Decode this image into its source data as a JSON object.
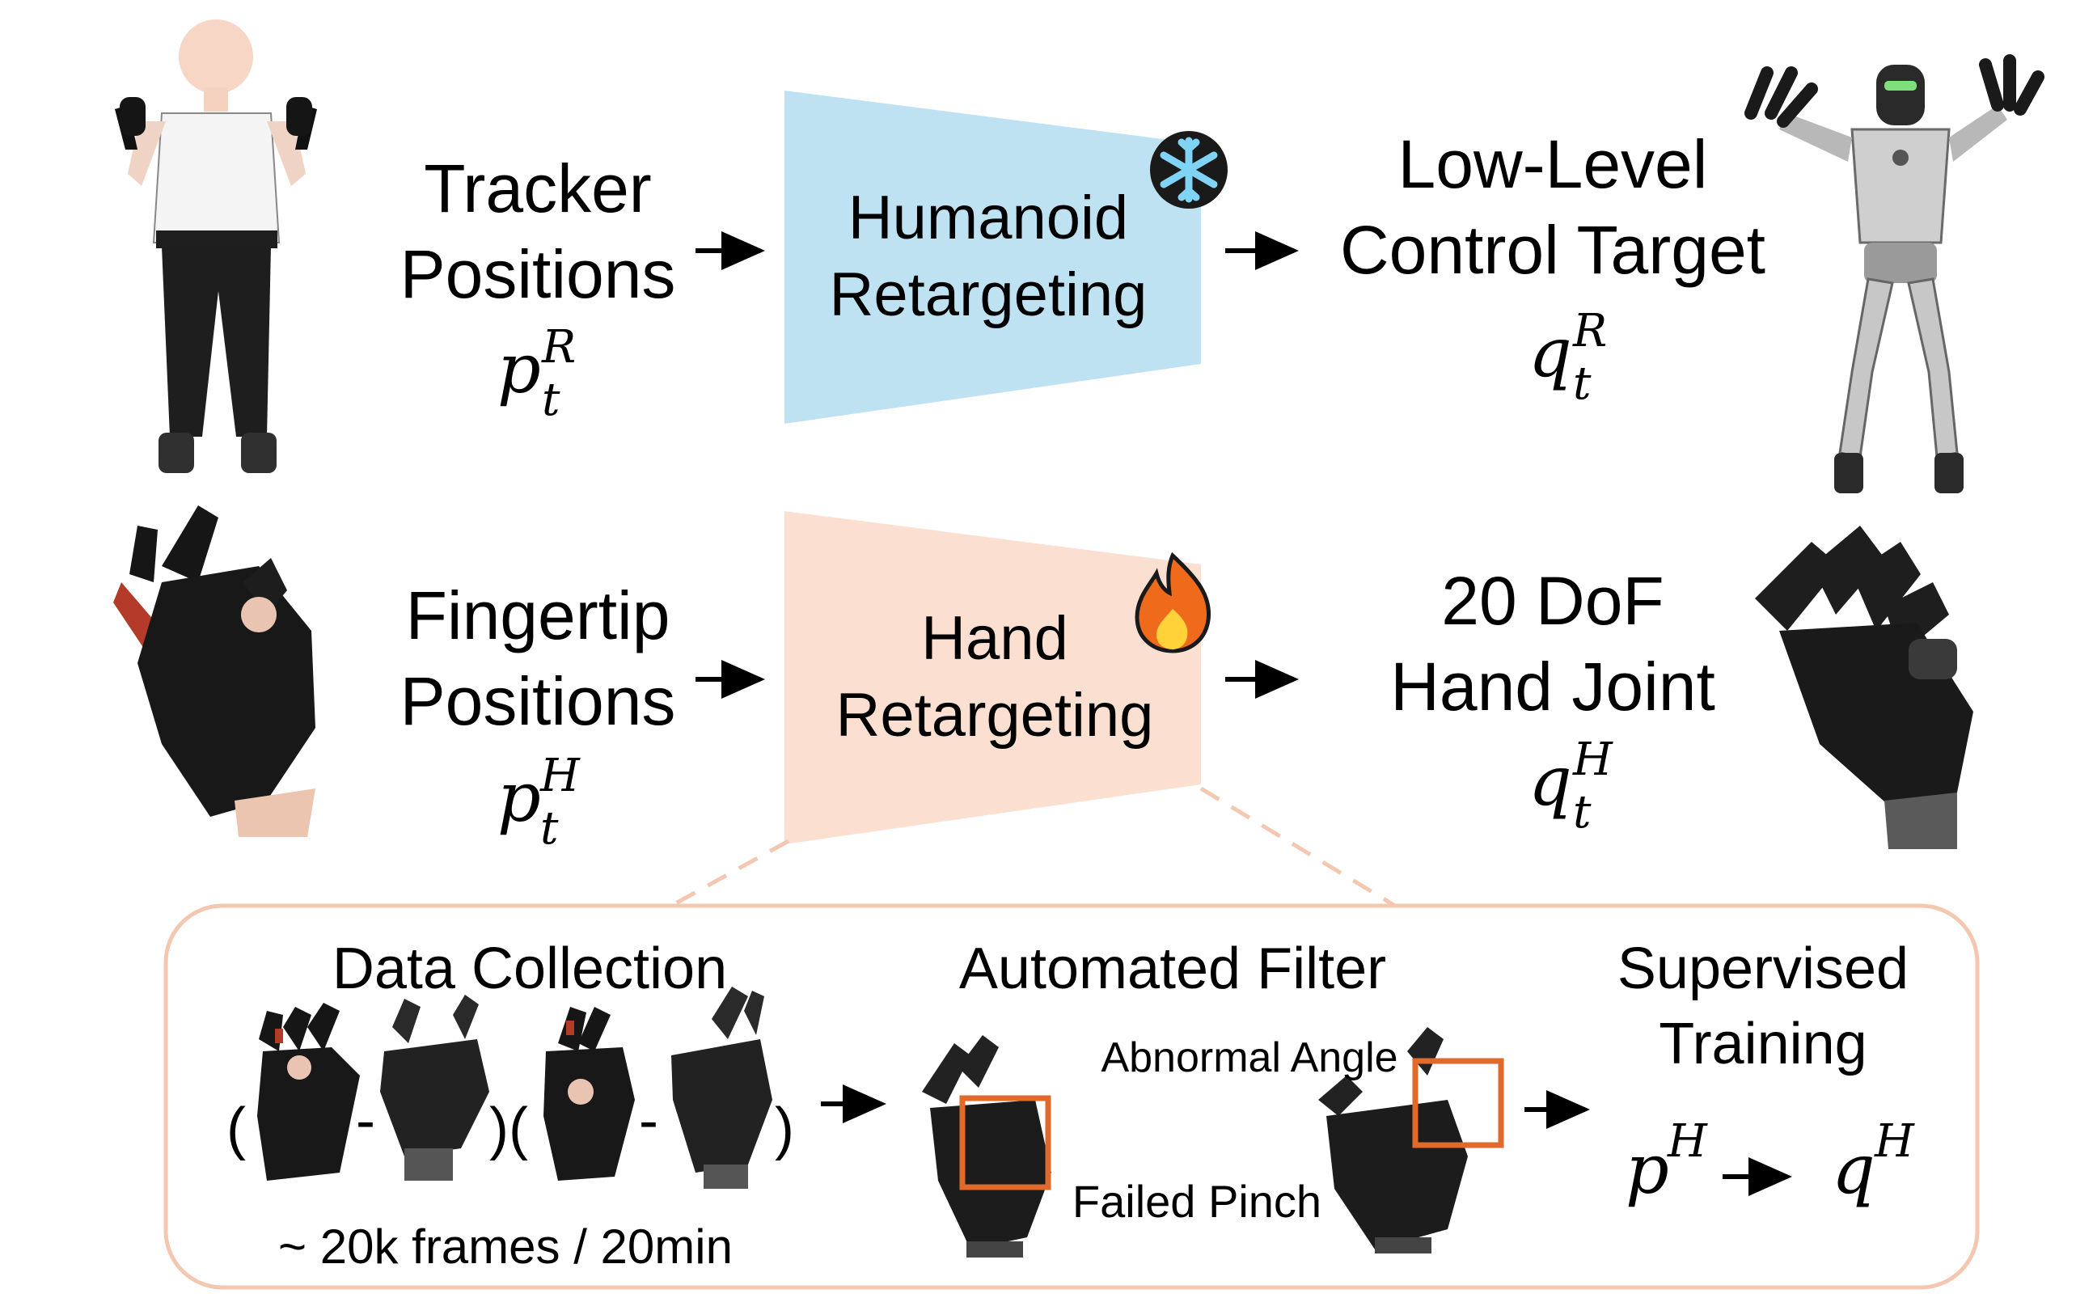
{
  "colors": {
    "humanoid_block": "#bfe2f3",
    "hand_block": "#fbe0d2",
    "panel_border": "#f3c7b0",
    "filter_box": "#e06a2a",
    "text": "#000000",
    "glove": "#1a1a1a",
    "skin": "#f8d6c5"
  },
  "icons": {
    "frozen": "snowflake-icon",
    "trainable": "fire-icon"
  },
  "row_top": {
    "input_l1": "Tracker",
    "input_l2": "Positions",
    "input_sym": "p",
    "input_sup": "R",
    "input_sub": "t",
    "block_l1": "Humanoid",
    "block_l2": "Retargeting",
    "output_l1": "Low-Level",
    "output_l2": "Control Target",
    "output_sym": "q",
    "output_sup": "R",
    "output_sub": "t"
  },
  "row_bottom": {
    "input_l1": "Fingertip",
    "input_l2": "Positions",
    "input_sym": "p",
    "input_sup": "H",
    "input_sub": "t",
    "block_l1": "Hand",
    "block_l2": "Retargeting",
    "output_l1": "20 DoF",
    "output_l2": "Hand Joint",
    "output_sym": "q",
    "output_sup": "H",
    "output_sub": "t"
  },
  "panel": {
    "data_collection": {
      "title": "Data Collection",
      "paren_open_1": "(",
      "dash_1": "-",
      "paren_mid": ")(",
      "dash_2": "-",
      "paren_close_2": ")",
      "caption": "~ 20k frames / 20min"
    },
    "filter": {
      "title": "Automated Filter",
      "label_angle": "Abnormal Angle",
      "label_pinch": "Failed Pinch"
    },
    "training": {
      "title_l1": "Supervised",
      "title_l2": "Training",
      "from_sym": "p",
      "from_sup": "H",
      "to_sym": "q",
      "to_sup": "H"
    }
  }
}
